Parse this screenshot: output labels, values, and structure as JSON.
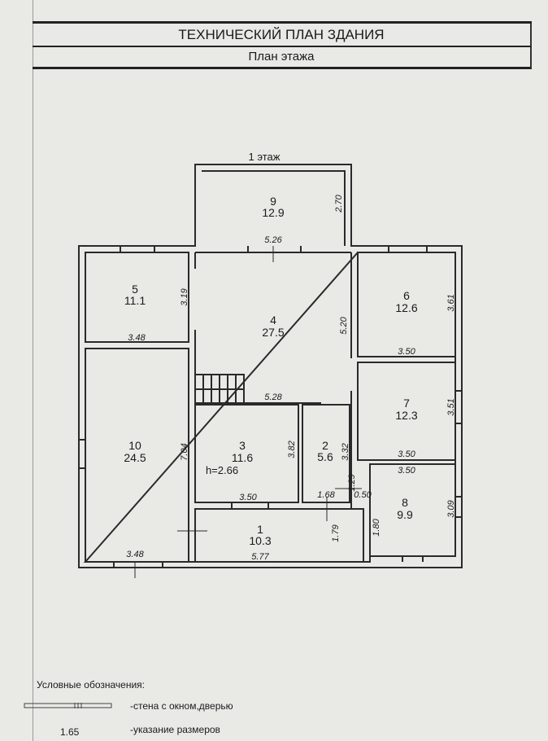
{
  "header": {
    "title": "ТЕХНИЧЕСКИЙ ПЛАН ЗДАНИЯ",
    "subtitle": "План этажа"
  },
  "floor_label": "1 этаж",
  "rooms": [
    {
      "number": "1",
      "area": "10.3"
    },
    {
      "number": "2",
      "area": "5.6"
    },
    {
      "number": "3",
      "area": "11.6"
    },
    {
      "number": "4",
      "area": "27.5"
    },
    {
      "number": "5",
      "area": "11.1"
    },
    {
      "number": "6",
      "area": "12.6"
    },
    {
      "number": "7",
      "area": "12.3"
    },
    {
      "number": "8",
      "area": "9.9"
    },
    {
      "number": "9",
      "area": "12.9"
    },
    {
      "number": "10",
      "area": "24.5"
    }
  ],
  "height_note": "h=2.66",
  "dimensions": {
    "r9_height": "2.70",
    "r4_top": "5.26",
    "r5_height": "3.19",
    "r5_width": "3.48",
    "r4_height": "5.20",
    "r4_bottom": "5.28",
    "r6_height": "3.61",
    "r6_width": "3.50",
    "r10_height": "7.04",
    "r10_width": "3.48",
    "r3_height": "3.82",
    "r3_width": "3.50",
    "r2_height": "3.32",
    "r2_width": "1.68",
    "r7_height": "3.51",
    "r7_width": "3.50",
    "r8_top": "3.50",
    "r8_height": "3.09",
    "r8_left": "1.80",
    "step_a": "1.29",
    "step_b": "0.50",
    "r1_height": "1.79",
    "r1_width": "5.77"
  },
  "legend": {
    "title": "Условные обозначения:",
    "wall_label": "-стена с окном,дверью",
    "dim_sample": "1.65",
    "dim_label": "-указание размеров"
  }
}
